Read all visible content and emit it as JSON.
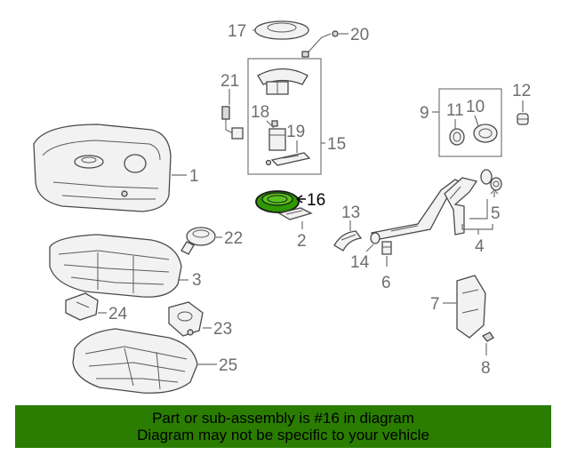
{
  "labels": {
    "p1": "1",
    "p2": "2",
    "p3": "3",
    "p4": "4",
    "p5": "5",
    "p6": "6",
    "p7": "7",
    "p8": "8",
    "p9": "9",
    "p10": "10",
    "p11": "11",
    "p12": "12",
    "p13": "13",
    "p14": "14",
    "p15": "15",
    "p16": "16",
    "p17": "17",
    "p18": "18",
    "p19": "19",
    "p20": "20",
    "p21": "21",
    "p22": "22",
    "p23": "23",
    "p24": "24",
    "p25": "25"
  },
  "highlighted_part": "16",
  "colors": {
    "banner": "#2a7d00",
    "highlight_part": "#2f9a00",
    "label": "#6e6e6e"
  },
  "banner": {
    "line1": "Part or sub-assembly is #16 in diagram",
    "line2": "Diagram may not be specific to your vehicle"
  }
}
